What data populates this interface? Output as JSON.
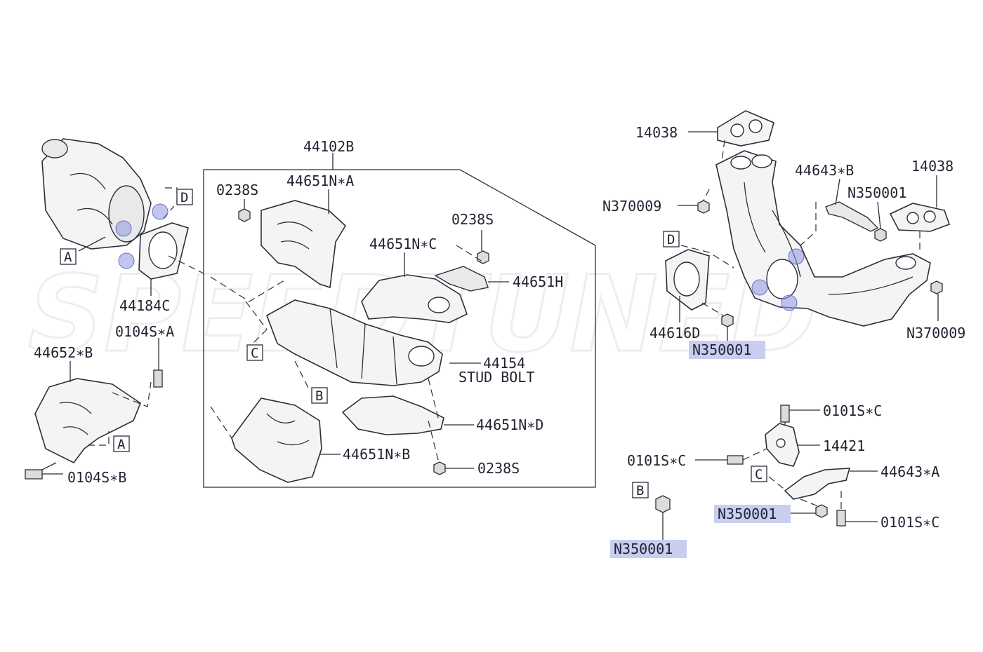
{
  "watermark": "SPEEDTUNED",
  "labels": {
    "l_44102B": "44102B",
    "l_44651NA": "44651N∗A",
    "l_0238S_tl": "0238S",
    "l_0238S_tr": "0238S",
    "l_44651NC": "44651N∗C",
    "l_44651H": "44651H",
    "l_44154": "44154",
    "l_studbolt": "STUD BOLT",
    "l_44651ND": "44651N∗D",
    "l_44651NB": "44651N∗B",
    "l_0238S_b": "0238S",
    "l_44184C": "44184C",
    "l_0104SA": "0104S∗A",
    "l_44652B": "44652∗B",
    "l_0104SB": "0104S∗B",
    "l_14038_l": "14038",
    "l_14038_r": "14038",
    "l_44643B": "44643∗B",
    "l_N350001_top": "N350001",
    "l_N370009_l": "N370009",
    "l_N370009_r": "N370009",
    "l_44616D": "44616D",
    "l_N350001_hl1": "N350001",
    "l_0101SC_1": "0101S∗C",
    "l_14421": "14421",
    "l_0101SC_2": "0101S∗C",
    "l_44643A": "44643∗A",
    "l_N350001_hl2": "N350001",
    "l_0101SC_3": "0101S∗C",
    "l_N350001_hl3": "N350001"
  },
  "refs": {
    "r_A1": "A",
    "r_D1": "D",
    "r_A2": "A",
    "r_C1": "C",
    "r_B1": "B",
    "r_D2": "D",
    "r_C2": "C",
    "r_B2": "B"
  },
  "colors": {
    "highlight": "#c9cdf0",
    "marker": "#8f96de",
    "ink": "#1f2430"
  }
}
